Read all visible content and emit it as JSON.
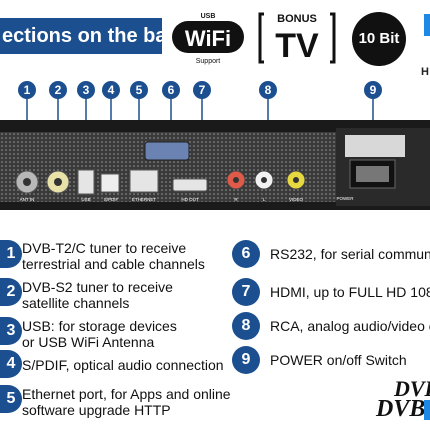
{
  "banner": {
    "text": "ections on the back"
  },
  "badges": {
    "wifi_top": "USB",
    "wifi_main": "WiFi",
    "wifi_bottom": "Support",
    "bonus_top": "BONUS",
    "bonus_main": "TV",
    "ten_bit": "10 Bit",
    "edge_letter": "H"
  },
  "callouts": [
    "1",
    "2",
    "3",
    "4",
    "5",
    "6",
    "7",
    "8",
    "9"
  ],
  "ports": {
    "ant_in": "ANT IN",
    "usb": "USB",
    "spdif": "S/PDIF",
    "ethernet": "ETHERNET",
    "hdmi": "HD OUT",
    "r": "R",
    "l": "L",
    "video": "VIDEO",
    "power": "POWER"
  },
  "descriptions": [
    {
      "num": "1",
      "lines": [
        "DVB-T2/C tuner to receive",
        "terrestrial and cable channels"
      ]
    },
    {
      "num": "2",
      "lines": [
        "DVB-S2 tuner to receive",
        "satellite channels"
      ]
    },
    {
      "num": "3",
      "lines": [
        "USB: for storage devices",
        "or USB WiFi Antenna"
      ]
    },
    {
      "num": "4",
      "lines": [
        "S/PDIF, optical audio connection"
      ]
    },
    {
      "num": "5",
      "lines": [
        "Ethernet port, for Apps and online",
        "software upgrade HTTP"
      ]
    },
    {
      "num": "6",
      "lines": [
        "RS232, for serial commun"
      ]
    },
    {
      "num": "7",
      "lines": [
        "HDMI, up to FULL HD 108"
      ]
    },
    {
      "num": "8",
      "lines": [
        "RCA, analog audio/video c"
      ]
    },
    {
      "num": "9",
      "lines": [
        "POWER on/off Switch"
      ]
    }
  ],
  "dvb_logo": {
    "line1": "DVB",
    "line2": "DVB"
  }
}
